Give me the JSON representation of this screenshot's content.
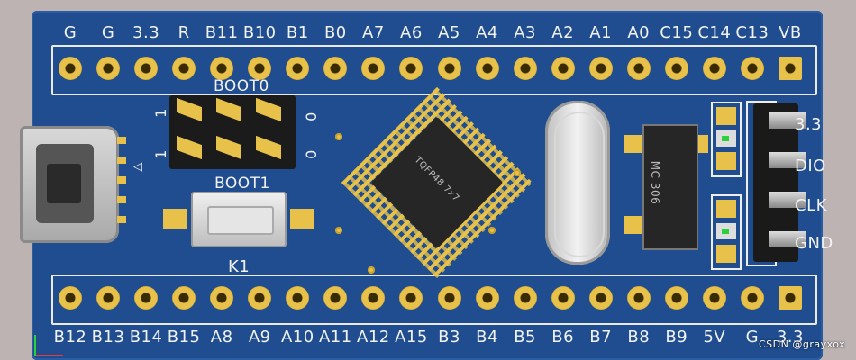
{
  "top_pins": [
    "G",
    "G",
    "3.3",
    "R",
    "B11",
    "B10",
    "B1",
    "B0",
    "A7",
    "A6",
    "A5",
    "A4",
    "A3",
    "A2",
    "A1",
    "A0",
    "C15",
    "C14",
    "C13",
    "VB"
  ],
  "bottom_pins": [
    "B12",
    "B13",
    "B14",
    "B15",
    "A8",
    "A9",
    "A10",
    "A11",
    "A12",
    "A15",
    "B3",
    "B4",
    "B5",
    "B6",
    "B7",
    "B8",
    "B9",
    "5V",
    "G",
    "3.3"
  ],
  "boot0": {
    "label": "BOOT0",
    "left_top": "1",
    "left_bottom": "1",
    "right_top": "0",
    "right_bottom": "0"
  },
  "boot1": {
    "label": "BOOT1"
  },
  "button": {
    "label": "K1"
  },
  "chip": {
    "label": "TQFP48 7x7"
  },
  "regulator": {
    "label": "MC 306"
  },
  "swd": {
    "labels": [
      "3.3",
      "DIO",
      "CLK",
      "GND"
    ]
  },
  "watermark": "CSDN @grayxox",
  "colors": {
    "board": "#1f4d8f",
    "gold": "#e7c14a",
    "silk": "#f2f2f2",
    "background": "#bdb3b3"
  }
}
